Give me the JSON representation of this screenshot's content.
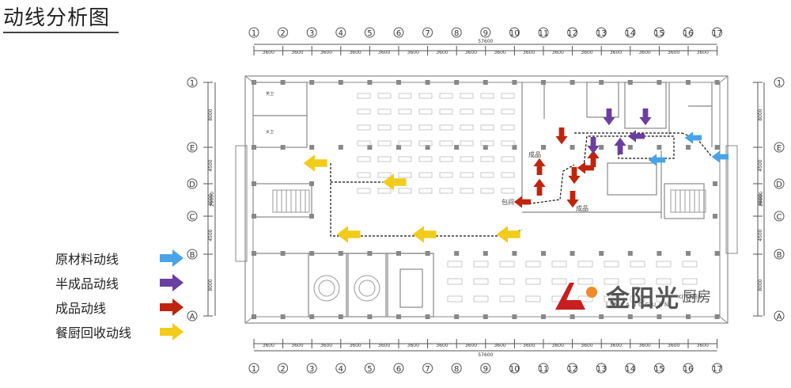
{
  "title": "动线分析图",
  "grid": {
    "columns": [
      "1",
      "2",
      "3",
      "4",
      "5",
      "6",
      "7",
      "8",
      "9",
      "10",
      "11",
      "12",
      "13",
      "14",
      "15",
      "16",
      "17"
    ],
    "rows": [
      "1",
      "E",
      "D",
      "C",
      "B",
      "A"
    ],
    "span_label": "3600",
    "total_width": "57600",
    "total_height": "29000",
    "row_spans": [
      "8000",
      "4500",
      "4000",
      "4500",
      "8000"
    ]
  },
  "rooms": {
    "female_wc": "男卫",
    "male_wc": "女卫",
    "finished_1": "成品",
    "finished_2": "成品",
    "private_room": "包间"
  },
  "legend": [
    {
      "label": "原材料动线",
      "color": "#4aa3e8",
      "icon": "arrow-right-icon"
    },
    {
      "label": "半成品动线",
      "color": "#6b3fa0",
      "icon": "arrow-right-icon"
    },
    {
      "label": "成品动线",
      "color": "#c0240e",
      "icon": "arrow-right-icon"
    },
    {
      "label": "餐厨回收动线",
      "color": "#f2cc1a",
      "icon": "arrow-right-icon"
    }
  ],
  "brand": {
    "name": "金阳光",
    "sub": "厨房",
    "pinyin": "JINYANGGUAN",
    "kitchen": "KITCHEN",
    "color": "#c81e1e"
  }
}
